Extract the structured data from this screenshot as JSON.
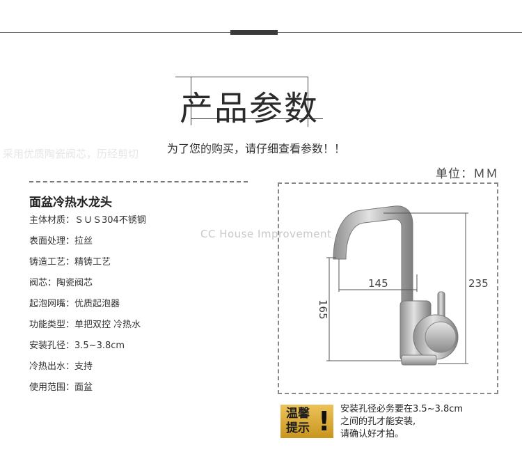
{
  "header": {
    "title": "产品参数",
    "subtitle": "为了您的购买，请仔细查看参数！！",
    "ghost_text": "采用优质陶瓷阀芯，历经剪切",
    "unit": "单位：ＭＭ"
  },
  "product": {
    "name": "面盆冷热水龙头",
    "specs": [
      "主体材质：ＳＵＳ304不锈钢",
      "表面处理：拉丝",
      "铸造工艺：精铸工艺",
      "阀芯：陶瓷阀芯",
      "起泡网嘴：优质起泡器",
      "功能类型：单把双控 冷热水",
      "安装孔径：3.5~3.8cm",
      "冷热出水：支持",
      "使用范围：面盆"
    ]
  },
  "diagram": {
    "watermark": "CC House Improvement",
    "dimensions": {
      "width": "145",
      "height": "235",
      "spout_height": "165"
    }
  },
  "tip": {
    "label_line1": "温馨",
    "label_line2": "提示",
    "mark": "!",
    "lines": [
      "安装孔径必务要在3.5~3.8cm",
      "之间的孔才能安装,",
      "请确认好才拍。"
    ]
  },
  "colors": {
    "accent": "#d9a83a",
    "line": "#444444"
  }
}
